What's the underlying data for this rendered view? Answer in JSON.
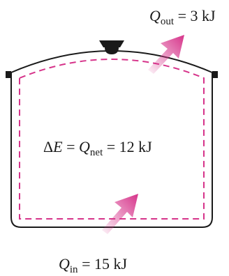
{
  "labels": {
    "q_out": {
      "symbol": "Q",
      "subscript": "out",
      "equals": "=",
      "value": "3 kJ"
    },
    "energy_balance": {
      "delta_symbol": "Δ",
      "energy_symbol": "E",
      "equals_1": "=",
      "q_symbol": "Q",
      "q_subscript": "net",
      "equals_2": "=",
      "value": "12 kJ"
    },
    "q_in": {
      "symbol": "Q",
      "subscript": "in",
      "equals": "=",
      "value": "15 kJ"
    }
  },
  "colors": {
    "vessel_outline": "#1a1a1a",
    "system_boundary": "#d6338a",
    "heat_arrow": "#d6338a",
    "text": "#1a1a1a"
  },
  "icons": {
    "lid_knob": "pot-lid-knob-icon",
    "handle": "pot-handle-icon",
    "heat_arrow": "heat-flow-arrow-icon"
  }
}
